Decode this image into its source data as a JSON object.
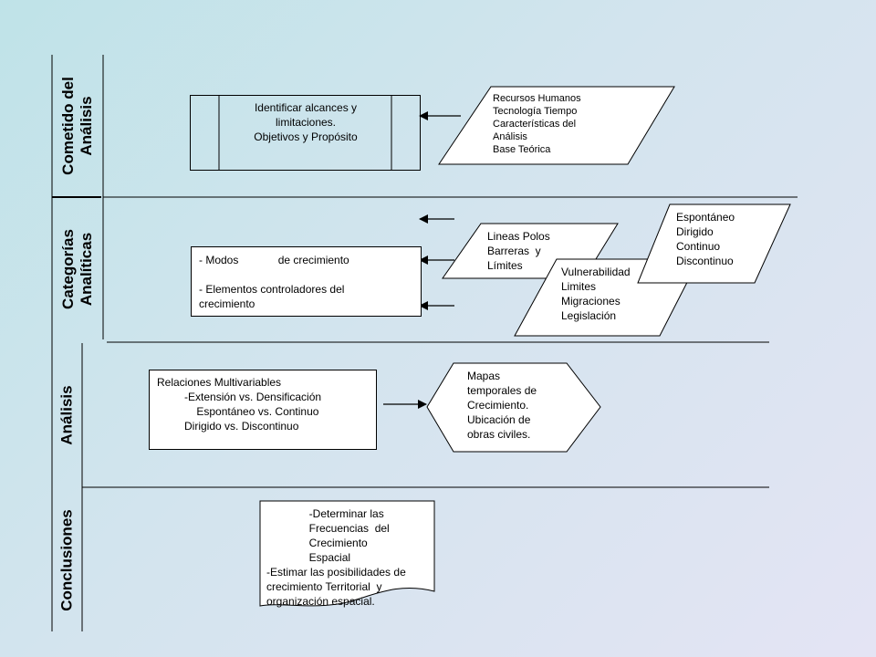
{
  "stages": {
    "cometido": "Cometido del\nAnálisis",
    "categorias": "Categorías\nAnalíticas",
    "analisis": "Análisis",
    "conclusiones": "Conclusiones"
  },
  "row1": {
    "process": "Identificar alcances y\nlimitaciones.\nObjetivos y Propósito",
    "inputs": "Recursos Humanos\nTecnología Tiempo\nCaracterísticas del\nAnálisis\nBase Teórica"
  },
  "row2": {
    "box": "- Modos             de crecimiento\n\n- Elementos controladores del\ncrecimiento",
    "input1": "Lineas Polos\nBarreras  y\nLímites",
    "input2": "Vulnerabilidad\nLimites\nMigraciones\nLegislación",
    "input3": "Espontáneo\nDirigido\nContinuo\nDiscontinuo"
  },
  "row3": {
    "box": "Relaciones Multivariables\n         -Extensión vs. Densificación\n             Espontáneo vs. Continuo\n         Dirigido vs. Discontinuo",
    "output": "Mapas\ntemporales de\nCrecimiento.\nUbicación de\nobras civiles."
  },
  "row4": {
    "document": "              -Determinar las\n              Frecuencias  del\n              Crecimiento\n              Espacial\n-Estimar las posibilidades de\ncrecimiento Territorial  y\norganización espacial."
  }
}
